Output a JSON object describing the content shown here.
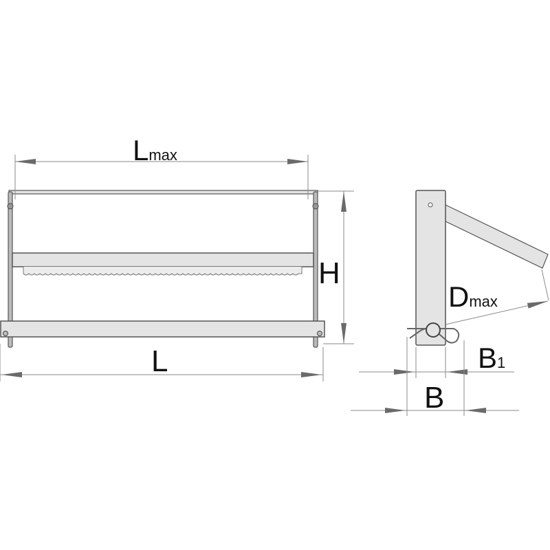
{
  "diagram": {
    "front_view": {
      "dim_lmax": {
        "main": "L",
        "sub": "max"
      },
      "dim_h": "H",
      "dim_l": "L"
    },
    "side_view": {
      "dim_dmax": {
        "main": "D",
        "sub": "max"
      },
      "dim_b1": {
        "main": "B",
        "sub": "1"
      },
      "dim_b": "B"
    },
    "colors": {
      "part_fill": "#e4e4e4",
      "outline": "#555555",
      "dimension": "#8a8a8a",
      "arrow": "#6a6a6a"
    }
  }
}
